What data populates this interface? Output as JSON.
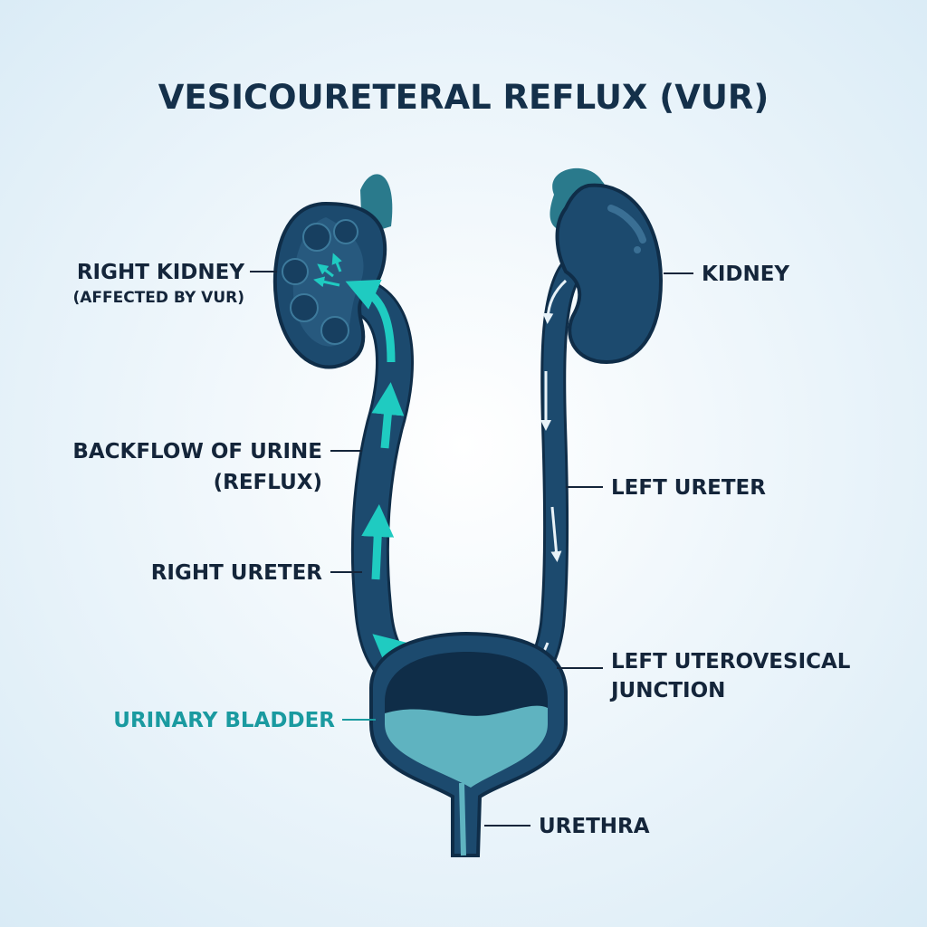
{
  "title": "VESICOURETERAL REFLUX (VUR)",
  "labels": {
    "right_kidney": "RIGHT KIDNEY",
    "right_kidney_sub": "(AFFECTED BY VUR)",
    "kidney": "KIDNEY",
    "backflow": "BACKFLOW OF URINE",
    "backflow_sub": "(REFLUX)",
    "left_ureter": "LEFT URETER",
    "right_ureter": "RIGHT URETER",
    "left_uv_junction_1": "LEFT UTEROVESICAL",
    "left_uv_junction_2": "JUNCTION",
    "urinary_bladder": "URINARY BLADDER",
    "urethra": "URETHRA"
  },
  "colors": {
    "organ": "#1c4a6e",
    "outline": "#0f2d48",
    "reflux_arrow": "#1fcbc1",
    "normal_arrow": "#e8f2f8",
    "adrenal": "#2a7a8c",
    "urine": "#5fb3c0",
    "bladder_label": "#1a9aa0"
  }
}
